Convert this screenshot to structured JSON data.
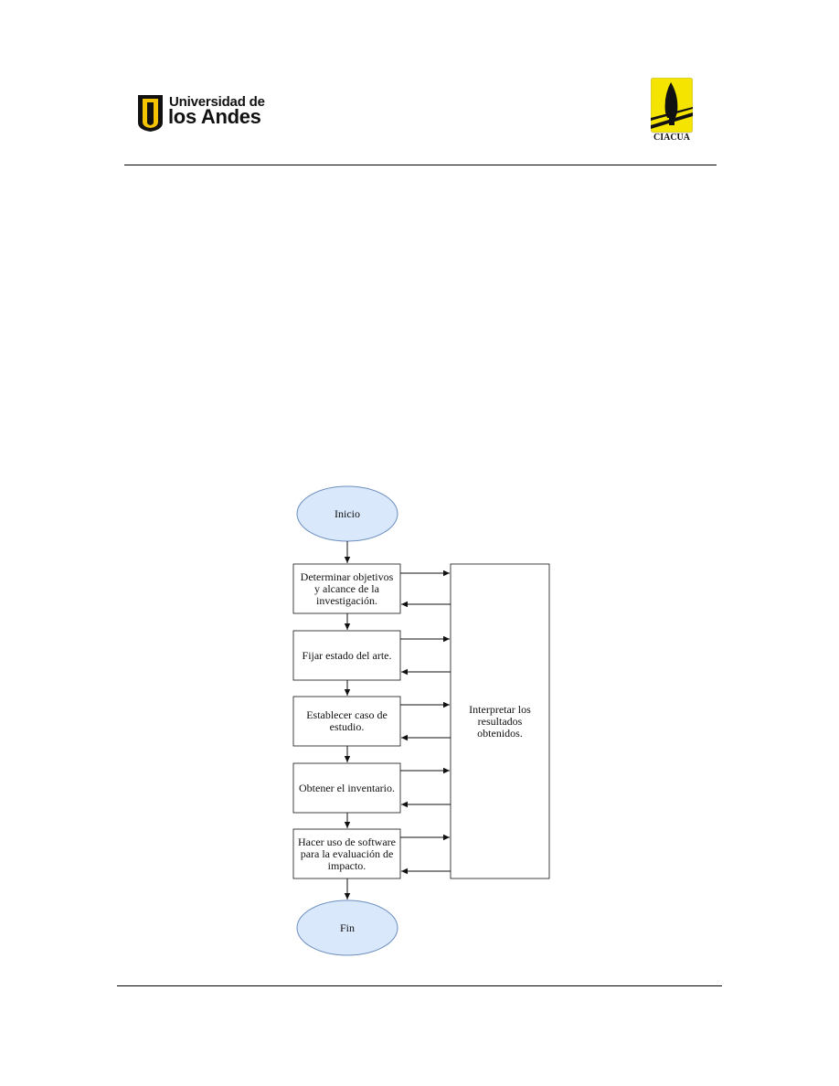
{
  "header": {
    "university_line1": "Universidad de",
    "university_line2": "los Andes",
    "center_logo_text": "CIACUA"
  },
  "colors": {
    "terminal_fill": "#dae8fc",
    "terminal_stroke": "#6c8ebf",
    "logo_yellow": "#f5e400",
    "rule": "#000000"
  },
  "flowchart": {
    "start": "Inicio",
    "steps": [
      "Determinar objetivos\ny alcance de la\ninvestigación.",
      "Fijar estado del arte.",
      "Establecer caso de\nestudio.",
      "Obtener el inventario.",
      "Hacer uso de software\npara la evaluación de\nimpacto."
    ],
    "side_box": "Interpretar los\nresultados\nobtenidos.",
    "end": "Fin"
  }
}
